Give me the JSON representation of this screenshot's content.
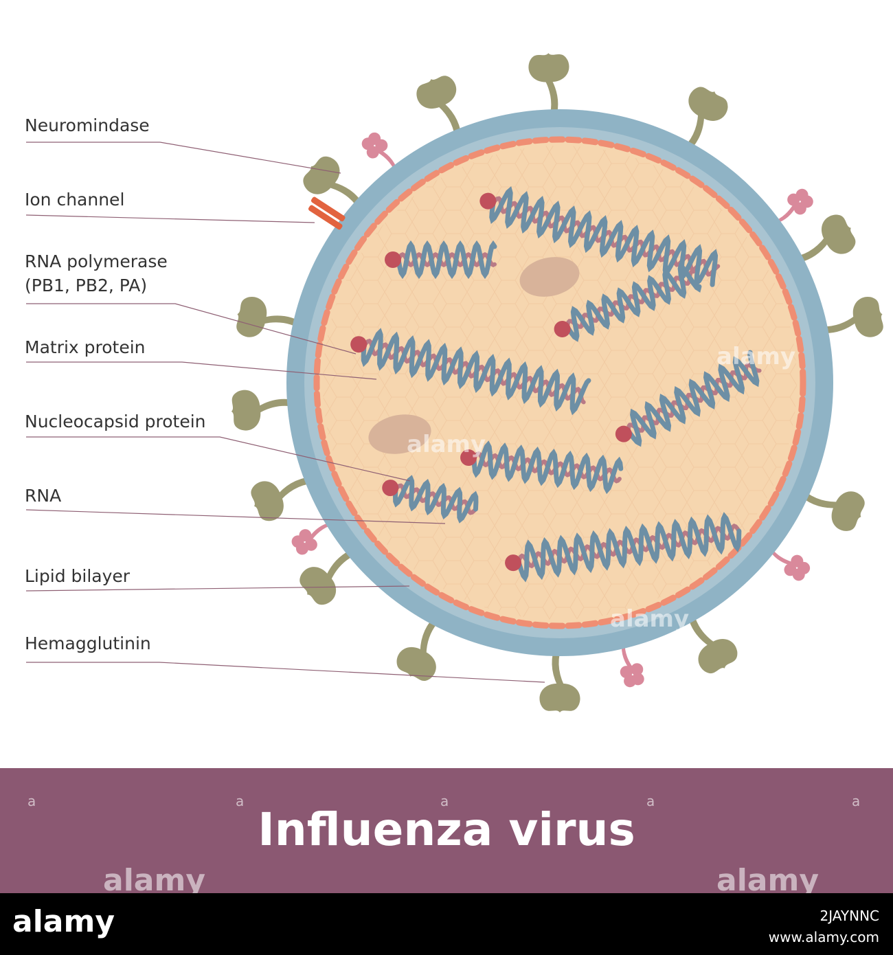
{
  "labels": {
    "neuraminidase": "Neuromindase",
    "ion_channel": "Ion channel",
    "rna_polymerase_line1": "RNA polymerase",
    "rna_polymerase_line2": "(PB1, PB2, PA)",
    "matrix_protein": "Matrix protein",
    "nucleocapsid_protein": "Nucleocapsid protein",
    "rna": "RNA",
    "lipid_bilayer": "Lipid bilayer",
    "hemagglutinin": "Hemagglutinin"
  },
  "banner": {
    "title": "Influenza virus"
  },
  "watermark": {
    "brand": "alamy",
    "image_id": "2JAYNNC",
    "url": "www.alamy.com",
    "letter": "a"
  },
  "colors": {
    "banner": "#8b5872",
    "footer": "#000000",
    "envelope": "#8fb3c5",
    "envelope_inner": "#a9c4d1",
    "matrix_fill": "#f6d6af",
    "matrix_dash": "#ef8e73",
    "hemagglutinin": "#9c9a72",
    "neuraminidase": "#d9899b",
    "ion_channel": "#e2633f",
    "rna_strand": "#6d8fa5",
    "rna_dark": "#b87a86",
    "polymerase": "#c0505c",
    "nucleoprotein_blob": "#d8b39a",
    "leader": "#8e5f73"
  }
}
